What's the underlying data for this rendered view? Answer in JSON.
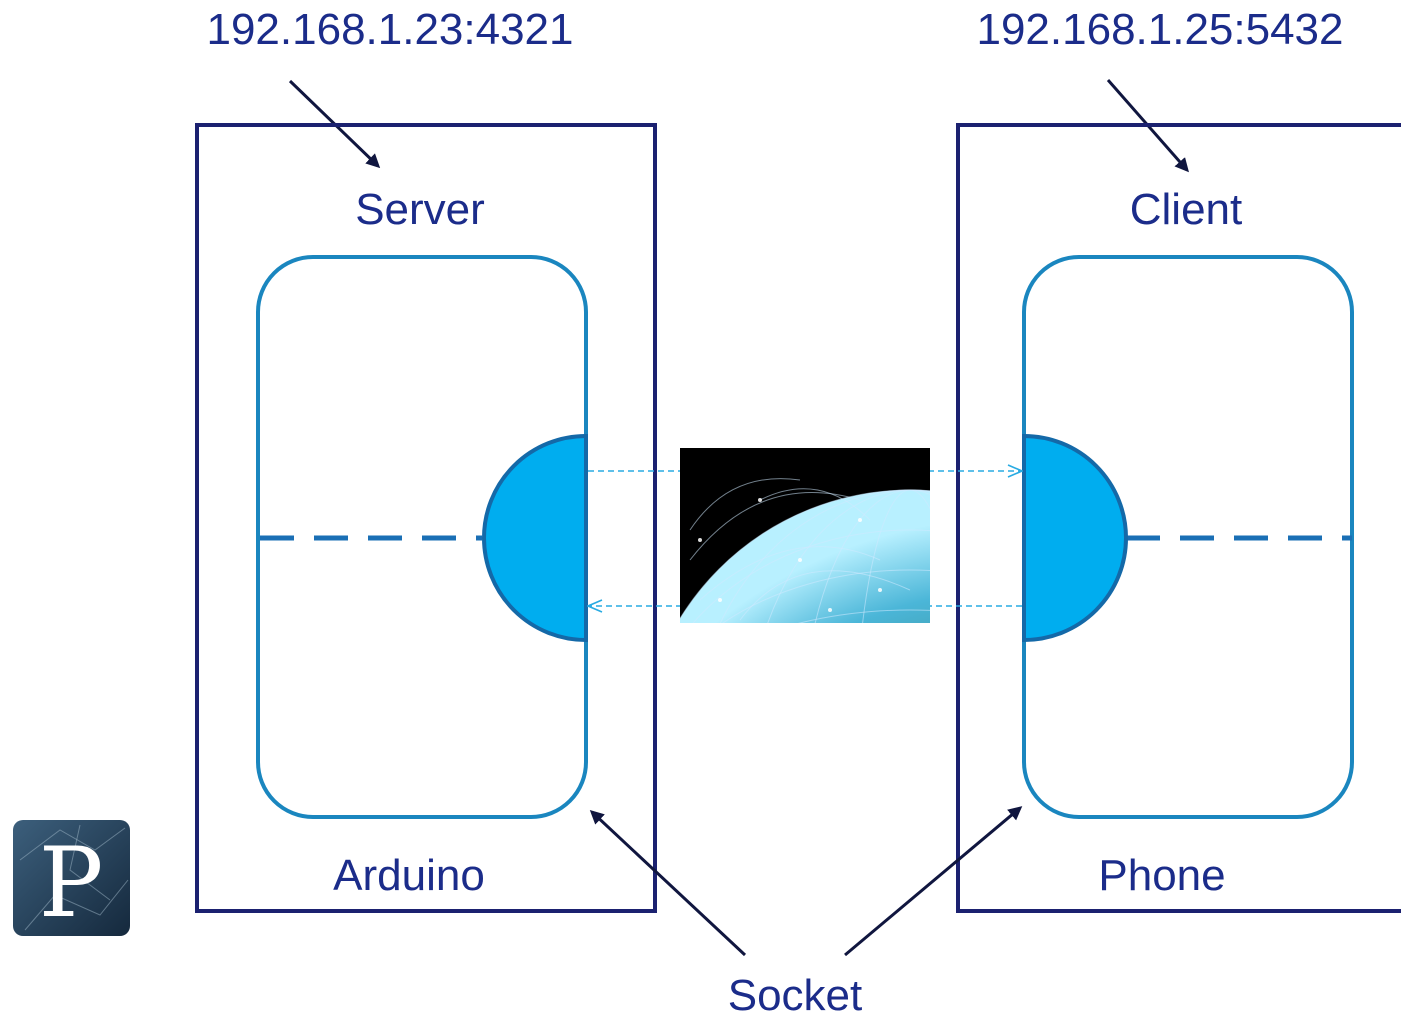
{
  "server": {
    "address": "192.168.1.23:4321",
    "role_label": "Server",
    "device_label": "Arduino"
  },
  "client": {
    "address": "192.168.1.25:5432",
    "role_label": "Client",
    "device_label": "Phone"
  },
  "socket_label": "Socket",
  "network_image": "globe-network-image",
  "logo_letter": "P",
  "colors": {
    "frame": "#1b2170",
    "inner_box": "#1a86bf",
    "socket_fill": "#00adef",
    "socket_stroke": "#1469a8",
    "connection_arrow": "#29abe2",
    "label_text": "#1b2c8a"
  }
}
